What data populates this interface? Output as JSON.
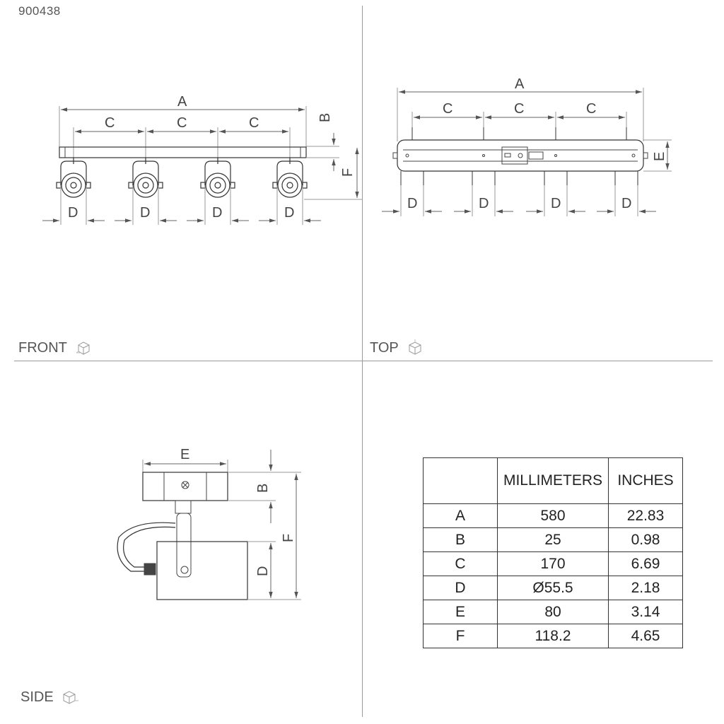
{
  "product_code": "900438",
  "views": {
    "front": {
      "label": "FRONT",
      "icon": "cube-front-icon"
    },
    "top": {
      "label": "TOP",
      "icon": "cube-top-icon"
    },
    "side": {
      "label": "SIDE",
      "icon": "cube-side-icon"
    }
  },
  "dimension_letters": {
    "a": "A",
    "b": "B",
    "c": "C",
    "d": "D",
    "e": "E",
    "f": "F"
  },
  "table": {
    "headers": [
      "",
      "MILLIMETERS",
      "INCHES"
    ],
    "rows": [
      {
        "label": "A",
        "mm": "580",
        "in": "22.83"
      },
      {
        "label": "B",
        "mm": "25",
        "in": "0.98"
      },
      {
        "label": "C",
        "mm": "170",
        "in": "6.69"
      },
      {
        "label": "D",
        "mm": "Ø55.5",
        "in": "2.18"
      },
      {
        "label": "E",
        "mm": "80",
        "in": "3.14"
      },
      {
        "label": "F",
        "mm": "118.2",
        "in": "4.65"
      }
    ]
  }
}
